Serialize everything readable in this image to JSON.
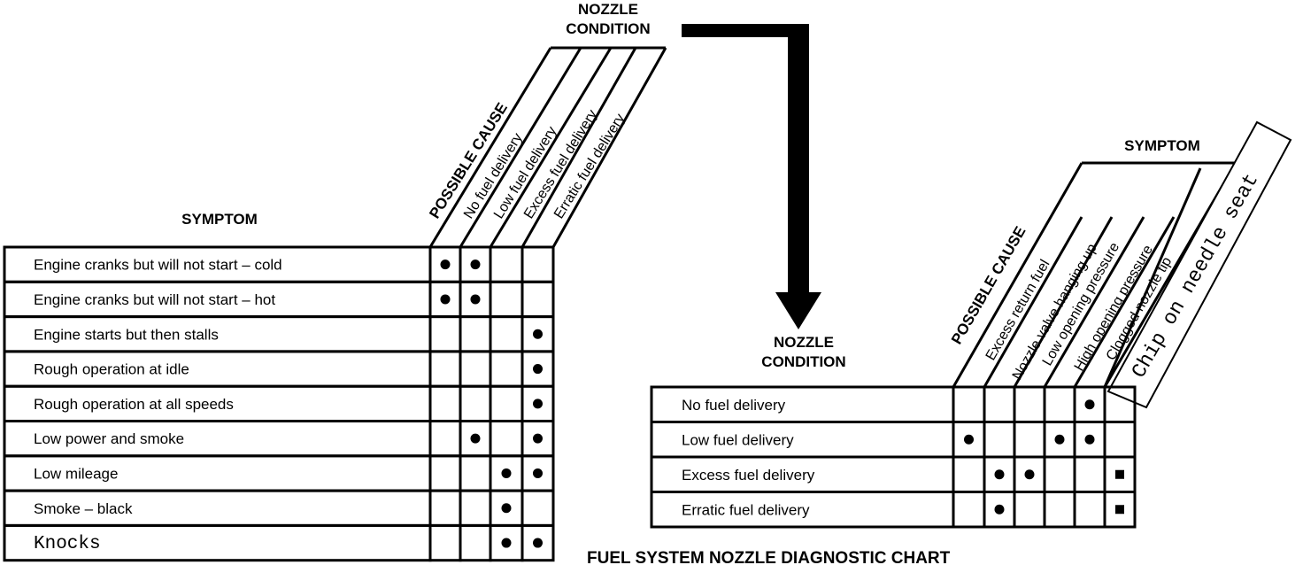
{
  "title": "FUEL SYSTEM NOZZLE DIAGNOSTIC CHART",
  "left_chart": {
    "row_header": "SYMPTOM",
    "column_group": "NOZZLE CONDITION",
    "cause_header": "POSSIBLE CAUSE",
    "columns": [
      "No fuel delivery",
      "Low fuel delivery",
      "Excess fuel delivery",
      "Erratic fuel delivery"
    ],
    "rows": [
      {
        "label": "Engine cranks but will not start – cold",
        "marks": [
          1,
          1,
          0,
          0
        ]
      },
      {
        "label": "Engine cranks but will not start – hot",
        "marks": [
          1,
          1,
          0,
          0
        ]
      },
      {
        "label": "Engine starts but then stalls",
        "marks": [
          0,
          0,
          0,
          1
        ]
      },
      {
        "label": "Rough operation at idle",
        "marks": [
          0,
          0,
          0,
          1
        ]
      },
      {
        "label": "Rough operation at all speeds",
        "marks": [
          0,
          0,
          0,
          1
        ]
      },
      {
        "label": "Low power and smoke",
        "marks": [
          0,
          1,
          0,
          1
        ]
      },
      {
        "label": "Low mileage",
        "marks": [
          0,
          0,
          1,
          1
        ]
      },
      {
        "label": "Smoke – black",
        "marks": [
          0,
          0,
          1,
          0
        ]
      },
      {
        "label": "Knocks",
        "marks": [
          0,
          0,
          1,
          1
        ]
      }
    ]
  },
  "right_chart": {
    "row_header": "NOZZLE CONDITION",
    "column_group": "SYMPTOM",
    "cause_header": "POSSIBLE CAUSE",
    "columns": [
      "Excess return fuel",
      "Nozzle valve hanging up",
      "Low opening pressure",
      "High opening pressure",
      "Clogged nozzle tip",
      "Chip on needle seat"
    ],
    "rows": [
      {
        "label": "No fuel delivery",
        "marks": [
          0,
          0,
          0,
          0,
          1,
          0
        ]
      },
      {
        "label": "Low fuel delivery",
        "marks": [
          1,
          0,
          0,
          1,
          1,
          0
        ]
      },
      {
        "label": "Excess fuel delivery",
        "marks": [
          0,
          1,
          1,
          0,
          0,
          1
        ]
      },
      {
        "label": "Erratic fuel delivery",
        "marks": [
          0,
          1,
          0,
          0,
          0,
          1
        ]
      }
    ]
  }
}
